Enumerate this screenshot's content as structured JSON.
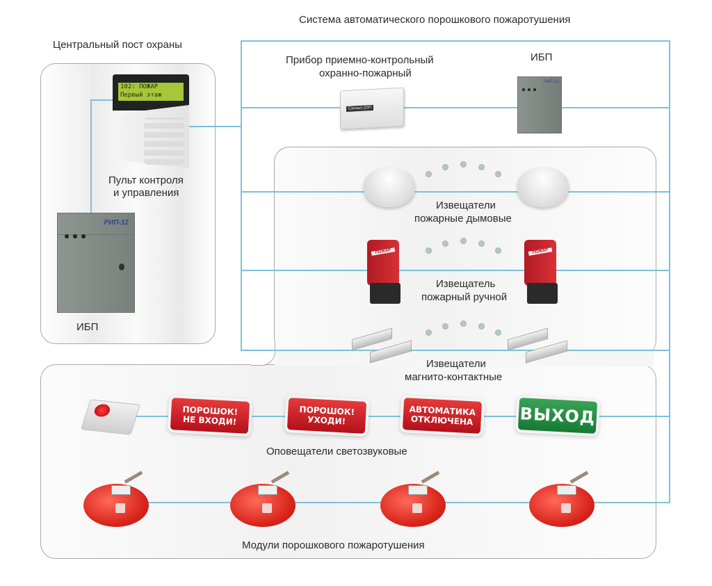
{
  "title": "Система автоматического порошкового пожаротушения",
  "central_post": {
    "title": "Центральный пост охраны",
    "keypad": {
      "label_line1": "Пульт контроля",
      "label_line2": "и управления",
      "display_line1": "102: ПОЖАР",
      "display_line2": "Первый этаж"
    },
    "ups": {
      "label": "ИБП",
      "model": "РИП-12"
    }
  },
  "top_devices": {
    "panel": {
      "label_line1": "Прибор приемно-контрольный",
      "label_line2": "охранно-пожарный",
      "brand": "Сигнал-20П"
    },
    "ups": {
      "label": "ИБП",
      "model": "РИП-12"
    }
  },
  "detectors": [
    {
      "label_line1": "Извещатели",
      "label_line2": "пожарные дымовые",
      "icon": "smoke-detector-icon"
    },
    {
      "label_line1": "Извещатель",
      "label_line2": "пожарный ручной",
      "icon": "manual-call-point-icon",
      "badge": "ПОЖАР"
    },
    {
      "label_line1": "Извещатели",
      "label_line2": "магнито-контактные",
      "icon": "magnetic-contact-icon"
    }
  ],
  "notifiers": {
    "label": "Оповещатели светозвуковые",
    "signs": [
      {
        "line1": "ПОРОШОК!",
        "line2": "НЕ ВХОДИ!",
        "color": "#c8161e"
      },
      {
        "line1": "ПОРОШОК!",
        "line2": "УХОДИ!",
        "color": "#c8161e"
      },
      {
        "line1": "АВТОМАТИКА",
        "line2": "ОТКЛЮЧЕНА",
        "color": "#c8161e"
      },
      {
        "line1": "ВЫХОД",
        "line2": "",
        "color": "#1e8a3c"
      }
    ]
  },
  "modules": {
    "label": "Модули порошкового пожаротушения",
    "count": 4
  },
  "colors": {
    "wire": "#7cc0da",
    "panel_border": "#a8a8a8",
    "alarm_red": "#c8161e",
    "exit_green": "#1e8a3c"
  }
}
